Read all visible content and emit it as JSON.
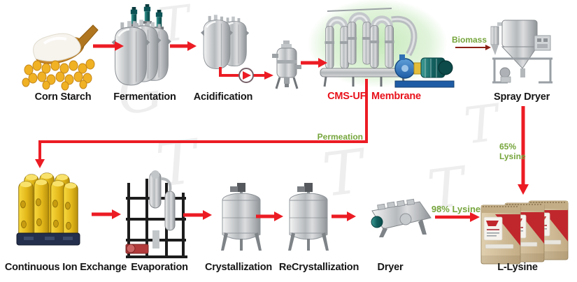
{
  "nodes": [
    {
      "id": "corn-starch",
      "label": "Corn Starch"
    },
    {
      "id": "fermentation",
      "label": "Fermentation"
    },
    {
      "id": "acidification",
      "label": "Acidification"
    },
    {
      "id": "cms-uf-membrane",
      "label": "CMS-UF  Membrane"
    },
    {
      "id": "spray-dryer",
      "label": "Spray Dryer"
    },
    {
      "id": "continuous-ion-exchange",
      "label": "Continuous Ion Exchange"
    },
    {
      "id": "evaporation",
      "label": "Evaporation"
    },
    {
      "id": "crystallization",
      "label": "Crystallization"
    },
    {
      "id": "recrystallization",
      "label": "ReCrystallization"
    },
    {
      "id": "dryer",
      "label": "Dryer"
    },
    {
      "id": "l-lysine",
      "label": "L-Lysine"
    }
  ],
  "annotations": {
    "biomass": "Biomass",
    "permeation": "Permeation",
    "lysine_65_pct": "65%",
    "lysine_65_word": "Lysine",
    "lysine_98": "98% Lysine"
  },
  "watermark": {
    "letters": [
      "G",
      "T",
      "T",
      "T",
      "T",
      "G",
      "T"
    ]
  },
  "colors": {
    "arrow_red": "#ec1c24",
    "membrane_label_red": "#e8121b",
    "annotation_green": "#76a53c",
    "biomass_arrow_red": "#8b2015",
    "node_label_color": "#161616"
  }
}
